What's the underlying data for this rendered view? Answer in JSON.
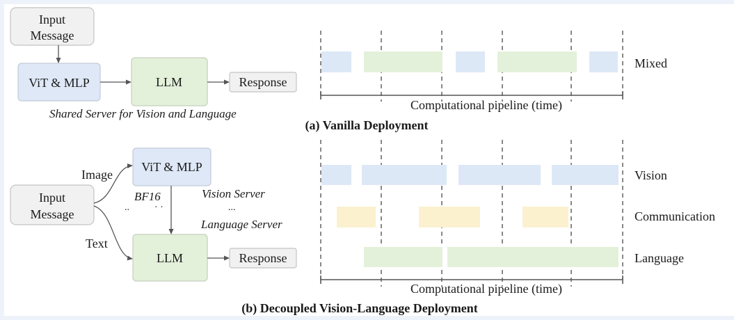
{
  "vanilla": {
    "input_line1": "Input",
    "input_line2": "Message",
    "vit": "ViT & MLP",
    "llm": "LLM",
    "response": "Response",
    "shared_note": "Shared Server for Vision  and Language",
    "row_label": "Mixed",
    "axis_label": "Computational pipeline (time)",
    "caption": "(a) Vanilla Deployment"
  },
  "decoupled": {
    "input_line1": "Input",
    "input_line2": "Message",
    "image_label": "Image",
    "text_label": "Text",
    "vit": "ViT & MLP",
    "llm": "LLM",
    "response": "Response",
    "bf16": "BF16",
    "dots": "..",
    "dots2": "· ·",
    "dots3": "...",
    "vision_server": "Vision Server",
    "language_server": "Language Server",
    "row_vision": "Vision",
    "row_comm": "Communication",
    "row_language": "Language",
    "axis_label": "Computational pipeline (time)",
    "caption": "(b) Decoupled Vision-Language Deployment"
  },
  "colors": {
    "vision": "#dde8f7",
    "language": "#e4f1da",
    "communication": "#fbf1cf",
    "gray_box": "#f1f1f1"
  }
}
